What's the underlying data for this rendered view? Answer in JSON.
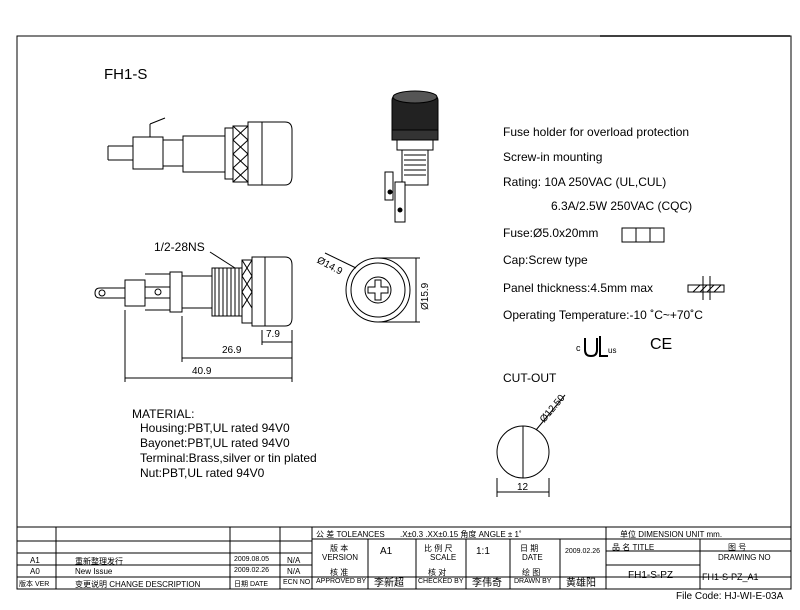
{
  "part_title": "FH1-S",
  "thread_label": "1/2-28NS",
  "dimensions": {
    "d_149": "Ø14.9",
    "d_159": "Ø15.9",
    "d_79": "7.9",
    "d_269": "26.9",
    "d_409": "40.9",
    "d_1250": "Ø12.50",
    "d_12": "12"
  },
  "specs": {
    "line1": "Fuse holder for overload protection",
    "line2": "Screw-in mounting",
    "line3": "Rating: 10A 250VAC (UL,CUL)",
    "line4": "6.3A/2.5W 250VAC (CQC)",
    "line5": "Fuse:Ø5.0x20mm",
    "line6": "Cap:Screw type",
    "line7": "Panel thickness:4.5mm max",
    "line8": "Operating Temperature:-10 ˚C~+70˚C",
    "cert_ul_c": "c",
    "cert_ul_us": "us",
    "cert_ce": "CE",
    "cutout_title": "CUT-OUT"
  },
  "material": {
    "title": "MATERIAL:",
    "housing": "Housing:PBT,UL rated 94V0",
    "bayonet": "Bayonet:PBT,UL rated 94V0",
    "terminal": "Terminal:Brass,silver or tin plated",
    "nut": "Nut:PBT,UL rated 94V0"
  },
  "title_block": {
    "tolerances_label": "公 差 TOLEANCES",
    "tolerances_value": ".X±0.3  .XX±0.15  角度 ANGLE ± 1˚",
    "unit_label": "单位  DIMENSION UNIT     mm.",
    "version_label_cn": "版 本",
    "version_label_en": "VERSION",
    "version_value": "A1",
    "scale_label_cn": "比 例 尺",
    "scale_label_en": "SCALE",
    "scale_value": "1:1",
    "date_label_cn": "日 期",
    "date_label_en": "DATE",
    "date_value": "2009.02.26",
    "title_label": "品 名    TITLE",
    "title_value": "FH1-S-PZ",
    "drawing_no_label_cn": "图 号",
    "drawing_no_label_en": "DRAWING NO",
    "drawing_no_value": "FH1-S-PZ_A1",
    "approved_label_cn": "核 准",
    "approved_label_en": "APPROVED BY",
    "approved_value": "李新超",
    "checked_label_cn": "核 对",
    "checked_label_en": "CHECKED BY",
    "checked_value": "李伟奇",
    "drawn_label_cn": "绘 图",
    "drawn_label_en": "DRAWN BY",
    "drawn_value": "黄雄阳",
    "rev_rows": [
      {
        "ver": "A1",
        "desc": "重新整理发行",
        "date": "2009.08.05",
        "ecn": "N/A"
      },
      {
        "ver": "A0",
        "desc": "New Issue",
        "date": "2009.02.26",
        "ecn": "N/A"
      }
    ],
    "rev_header": {
      "ver": "版本 VER",
      "desc": "变更说明  CHANGE DESCRIPTION",
      "date": "日期 DATE",
      "ecn": "ECN NO"
    },
    "file_code": "File Code: HJ-WI-E-03A"
  }
}
